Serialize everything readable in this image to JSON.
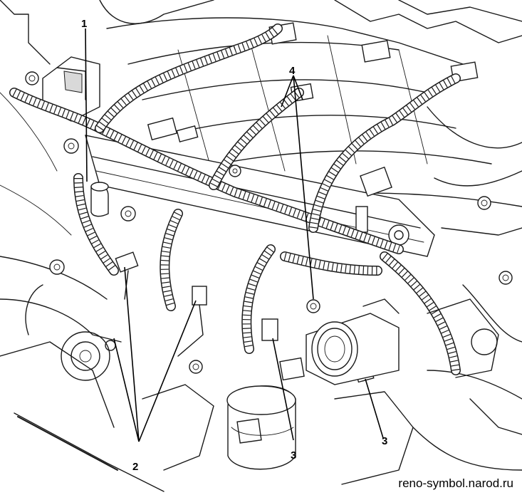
{
  "callouts": {
    "label_1": "1",
    "label_2": "2",
    "label_3a": "3",
    "label_3b": "3",
    "label_4": "4"
  },
  "footer": {
    "url": "reno-symbol.narod.ru"
  },
  "colors": {
    "line": "#1a1a1a",
    "background": "#ffffff"
  }
}
